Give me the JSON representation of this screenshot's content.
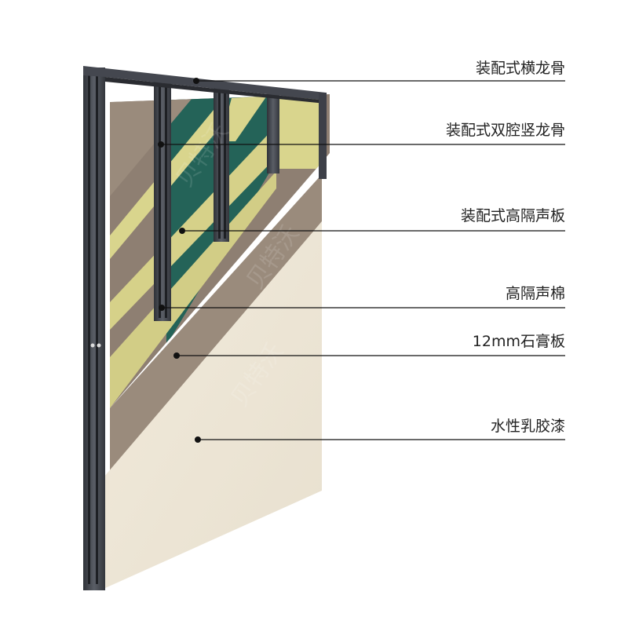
{
  "callouts": [
    {
      "label": "装配式横龙骨"
    },
    {
      "label": "装配式双腔竖龙骨"
    },
    {
      "label": "装配式高隔声板"
    },
    {
      "label": "高隔声棉"
    },
    {
      "label": "12mm石膏板"
    },
    {
      "label": "水性乳胶漆"
    }
  ],
  "watermark": "贝特沃",
  "colors": {
    "steel_frame": "#3d4048",
    "acoustic_board": "#246358",
    "insulation": "#d9d58d",
    "gypsum": "#9a8b7c",
    "latex_paint": "#efe7d7",
    "background": "#ffffff"
  }
}
